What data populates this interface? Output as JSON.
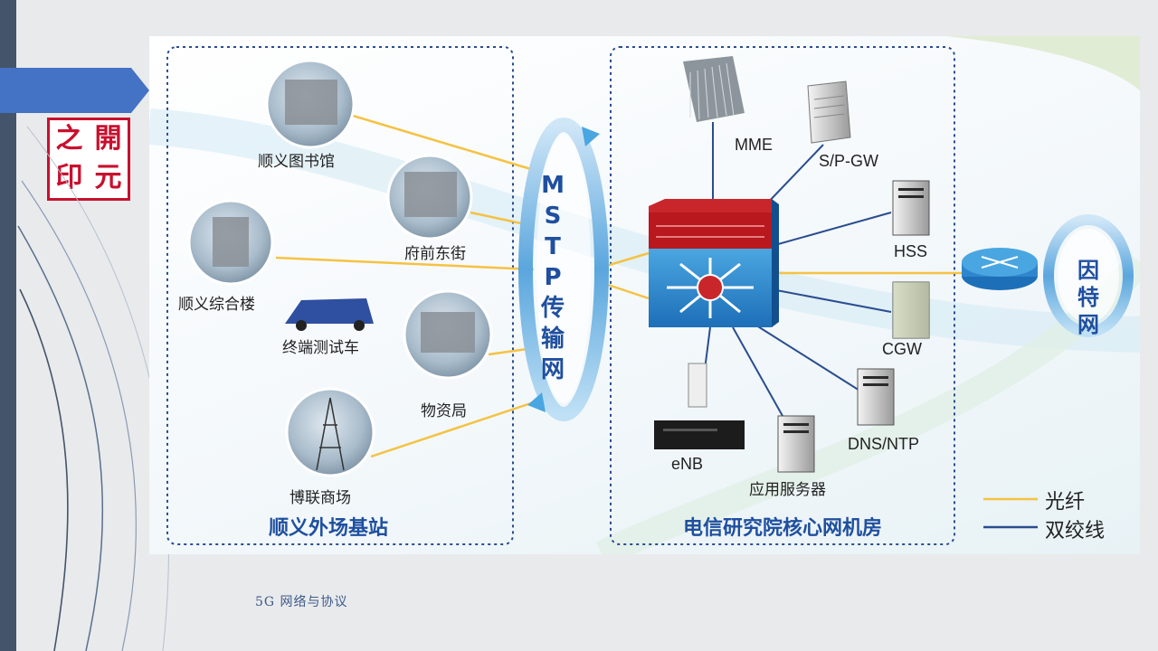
{
  "footer": {
    "text": "5G 网络与协议"
  },
  "seal": {
    "chars": [
      "之",
      "開",
      "印",
      "元"
    ]
  },
  "diagram": {
    "left_section_title": "顺义外场基站",
    "right_section_title": "电信研究院核心网机房",
    "transport_label_chars": [
      "M",
      "S",
      "T",
      "P",
      "传",
      "输",
      "网"
    ],
    "internet_label_chars": [
      "因",
      "特",
      "网"
    ],
    "sites": {
      "library": "顺义图书馆",
      "fuqian": "府前东街",
      "complex": "顺义综合楼",
      "test_vehicle": "终端测试车",
      "materials": "物资局",
      "bolian": "博联商场"
    },
    "core": {
      "mme": "MME",
      "spgw": "S/P-GW",
      "hss": "HSS",
      "cgw": "CGW",
      "dns": "DNS/NTP",
      "app_server": "应用服务器",
      "enb": "eNB"
    },
    "legend": {
      "fiber": "光纤",
      "twisted_pair": "双绞线",
      "fiber_color": "#f5c242",
      "twisted_color": "#2a4d8f"
    }
  }
}
